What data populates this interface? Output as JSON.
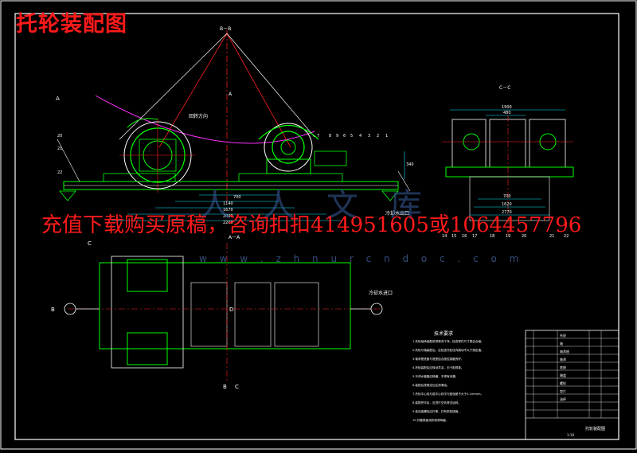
{
  "title": "托轮装配图",
  "banner": "充值下载购买原稿，咨询扣扣414951605或1064457796",
  "watermark": "w w w . z h n u r c n d o c . c o m",
  "watermark_cn": "人人文库",
  "labels": {
    "section_bb": "B－B",
    "section_cc": "C－C",
    "section_aa": "A－A",
    "rotation": "回转方向",
    "outlet_top": "冷却水出口",
    "outlet_plan": "冷却水进口",
    "tech_title": "技术要求",
    "dim_700": "700",
    "dim_1140": "1140",
    "dim_1670": "1670",
    "dim_2090": "2090",
    "dim_2200": "2200",
    "dim_1900": "1900",
    "dim_480": "480",
    "dim_340": "340",
    "dim_700c": "700",
    "dim_1620": "1620",
    "dim_2770": "2770",
    "mark_a": "A",
    "mark_b": "B",
    "mark_c": "C",
    "mark_d": "D"
  },
  "part_numbers_top": [
    "7",
    "8",
    "9",
    "6",
    "5",
    "4",
    "3",
    "2",
    "1"
  ],
  "part_numbers_left": [
    "20",
    "21",
    "22"
  ],
  "part_numbers_bottom": [
    "14",
    "15",
    "16",
    "17",
    "18",
    "19",
    "20",
    "21",
    "22"
  ],
  "tech_notes": [
    "1.托轮轴承装配前须清洗干净，检查零件尺寸是否合格。",
    "2.托轮与轴装配后，应检查托轮径向跳动不大于规定值。",
    "3.轴承座底面与底座结合面应接触良好。",
    "4.托轮装配后应转动灵活，无卡阻现象。",
    "5.冷却水管路应畅通，不得有渗漏。",
    "6.装配后按规定加注润滑油。",
    "7.托轮中心线与窑中心线平行度误差不大于0.1mm/m。",
    "8.装配完毕后，应进行空负荷试运转。",
    "9.各连接螺栓应拧紧，并有防松措施。",
    "10.外露表面涂防锈漆两遍。"
  ],
  "title_block": {
    "drawing_name": "托轮装配图",
    "scale": "1:10",
    "rows": [
      "托轮",
      "轴",
      "轴承座",
      "轴承",
      "底座",
      "端盖",
      "螺栓",
      "垫片",
      "油杯"
    ]
  },
  "colors": {
    "background": "#000000",
    "outline": "#ffffff",
    "part_green": "#00ff00",
    "center_red": "#ff2020",
    "dim_cyan": "#00e5ff",
    "hatch_magenta": "#ff30ff",
    "yellow": "#ffff00"
  }
}
